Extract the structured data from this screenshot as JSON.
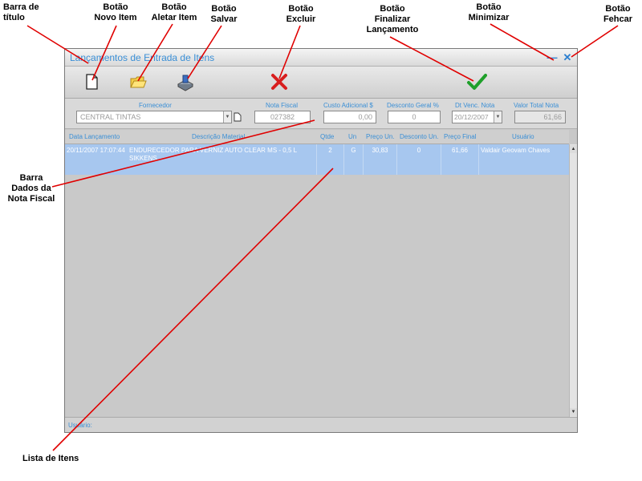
{
  "annotations": {
    "title_bar": "Barra de\ntítulo",
    "new_item": "Botão\nNovo Item",
    "edit_item": "Botão\nAletar Item",
    "save": "Botão\nSalvar",
    "delete": "Botão\nExcluir",
    "finalize": "Botão\nFinalizar\nLançamento",
    "minimize": "Botão\nMinimizar",
    "close": "Botão\nFehcar",
    "invoice_bar": "Barra\nDados da\nNota Fiscal",
    "item_list": "Lista de Itens"
  },
  "window": {
    "title": "Lançamentos de Entrada de Itens",
    "minimize_glyph": "—",
    "close_glyph": "✕"
  },
  "toolbar": {
    "icons": [
      "new-document-icon",
      "open-folder-icon",
      "save-disk-icon",
      "delete-x-icon",
      "checkmark-icon"
    ]
  },
  "fields": {
    "supplier_label": "Fornecedor",
    "supplier_value": "CENTRAL TINTAS",
    "invoice_label": "Nota Fiscal",
    "invoice_value": "027382",
    "extra_cost_label": "Custo Adicional $",
    "extra_cost_value": "0,00",
    "discount_label": "Desconto Geral %",
    "discount_value": "0",
    "due_date_label": "Dt Venc. Nota",
    "due_date_value": "20/12/2007",
    "total_label": "Valor Total Nota",
    "total_value": "61,66"
  },
  "grid": {
    "columns": [
      "Data Lançamento",
      "Descrição Material",
      "Qtde",
      "Un",
      "Preço Un.",
      "Desconto Un.",
      "Preço Final",
      "Usuário"
    ],
    "rows": [
      {
        "date": "20/11/2007 17:07:44",
        "description": "ENDURECEDOR PARA VERNIZ AUTO CLEAR MS - 0,5 L SIKKENS",
        "qty": "2",
        "unit": "G",
        "unit_price": "30,83",
        "unit_discount": "0",
        "final_price": "61,66",
        "user": "Valdair Geovam Chaves"
      }
    ]
  },
  "status": {
    "label": "Usuário:"
  },
  "colors": {
    "accent": "#3a8fd6",
    "selected_row": "#a7c7ef",
    "annotation_line": "#e00000",
    "delete_icon": "#d81e1e",
    "check_icon": "#1fa02a"
  }
}
